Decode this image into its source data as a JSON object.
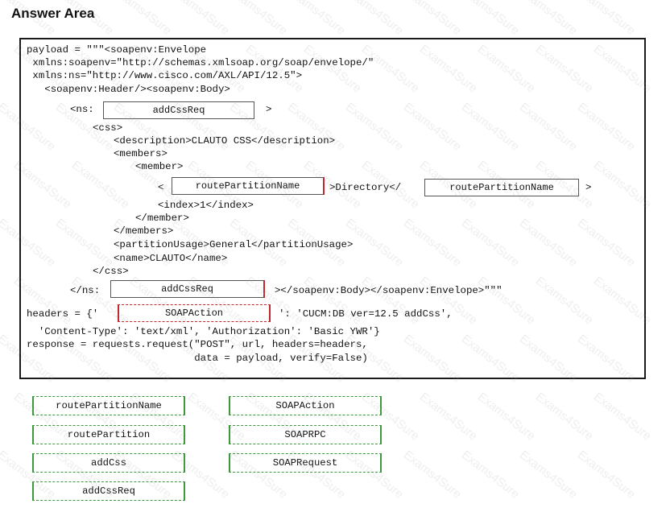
{
  "title": "Answer Area",
  "code": {
    "l1": "payload = \"\"\"<soapenv:Envelope",
    "l2": " xmlns:soapenv=\"http://schemas.xmlsoap.org/soap/envelope/\"",
    "l3": " xmlns:ns=\"http://www.cisco.com/AXL/API/12.5\">",
    "l4": "   <soapenv:Header/><soapenv:Body>",
    "l5a": "<ns:",
    "l5b": ">",
    "l6": "<css>",
    "l7": "<description>CLAUTO CSS</description>",
    "l8": "<members>",
    "l9": "<member>",
    "l10a": "<",
    "l10b": ">Directory</",
    "l10c": ">",
    "l11": "<index>1</index>",
    "l12": "</member>",
    "l13": "</members>",
    "l14": "<partitionUsage>General</partitionUsage>",
    "l15": "<name>CLAUTO</name>",
    "l16": "</css>",
    "l17a": "</ns:",
    "l17b": "></soapenv:Body></soapenv:Envelope>\"\"\"",
    "l18a": "headers = {'",
    "l18b": "': 'CUCM:DB ver=12.5 addCss',",
    "l19": "  'Content-Type': 'text/xml', 'Authorization': 'Basic YWR'}",
    "l20": "response = requests.request(\"POST\", url, headers=headers,",
    "l21": "                            data = payload, verify=False)"
  },
  "drops": {
    "ns_open": "addCssReq",
    "member_open": "routePartitionName",
    "member_close": "routePartitionName",
    "ns_close": "addCssReq",
    "header_key": "SOAPAction"
  },
  "options": {
    "left": [
      "routePartitionName",
      "routePartition",
      "addCss",
      "addCssReq"
    ],
    "right": [
      "SOAPAction",
      "SOAPRPC",
      "SOAPRequest"
    ]
  },
  "watermark": "Exams4Sure",
  "colors": {
    "accent_red": "#c0282d",
    "accent_green": "#3c9a3c"
  }
}
